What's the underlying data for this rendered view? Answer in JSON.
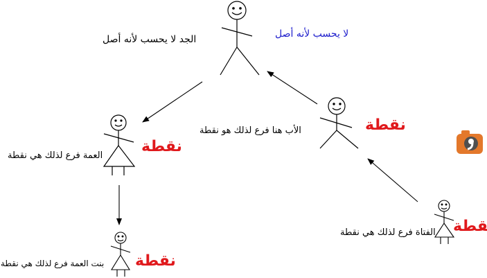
{
  "colors": {
    "point_red": "#e0191c",
    "note_blue": "#1c1ccc",
    "ink": "#000000",
    "logo_orange": "#e3782b",
    "logo_grey": "#4f4f4f"
  },
  "people": {
    "grandfather": {
      "caption": "الجد لا يحسب لأنه أصل",
      "note": "لا يحسب لأنه أصل"
    },
    "father": {
      "caption": "الأب هنا فرع لذلك هو نقطة",
      "point": "نقطة"
    },
    "aunt": {
      "caption": "العمة فرع لذلك هي نقطة",
      "point": "نقطة"
    },
    "cousin": {
      "caption": "بنت العمة فرع لذلك هي نقطة",
      "point": "نقطة"
    },
    "girl": {
      "caption": "الفتاة فرع لذلك هي نقطة",
      "point": "نقطة"
    }
  },
  "icons": {
    "logo": "camera-logo-icon",
    "arrow": "arrow-icon"
  }
}
